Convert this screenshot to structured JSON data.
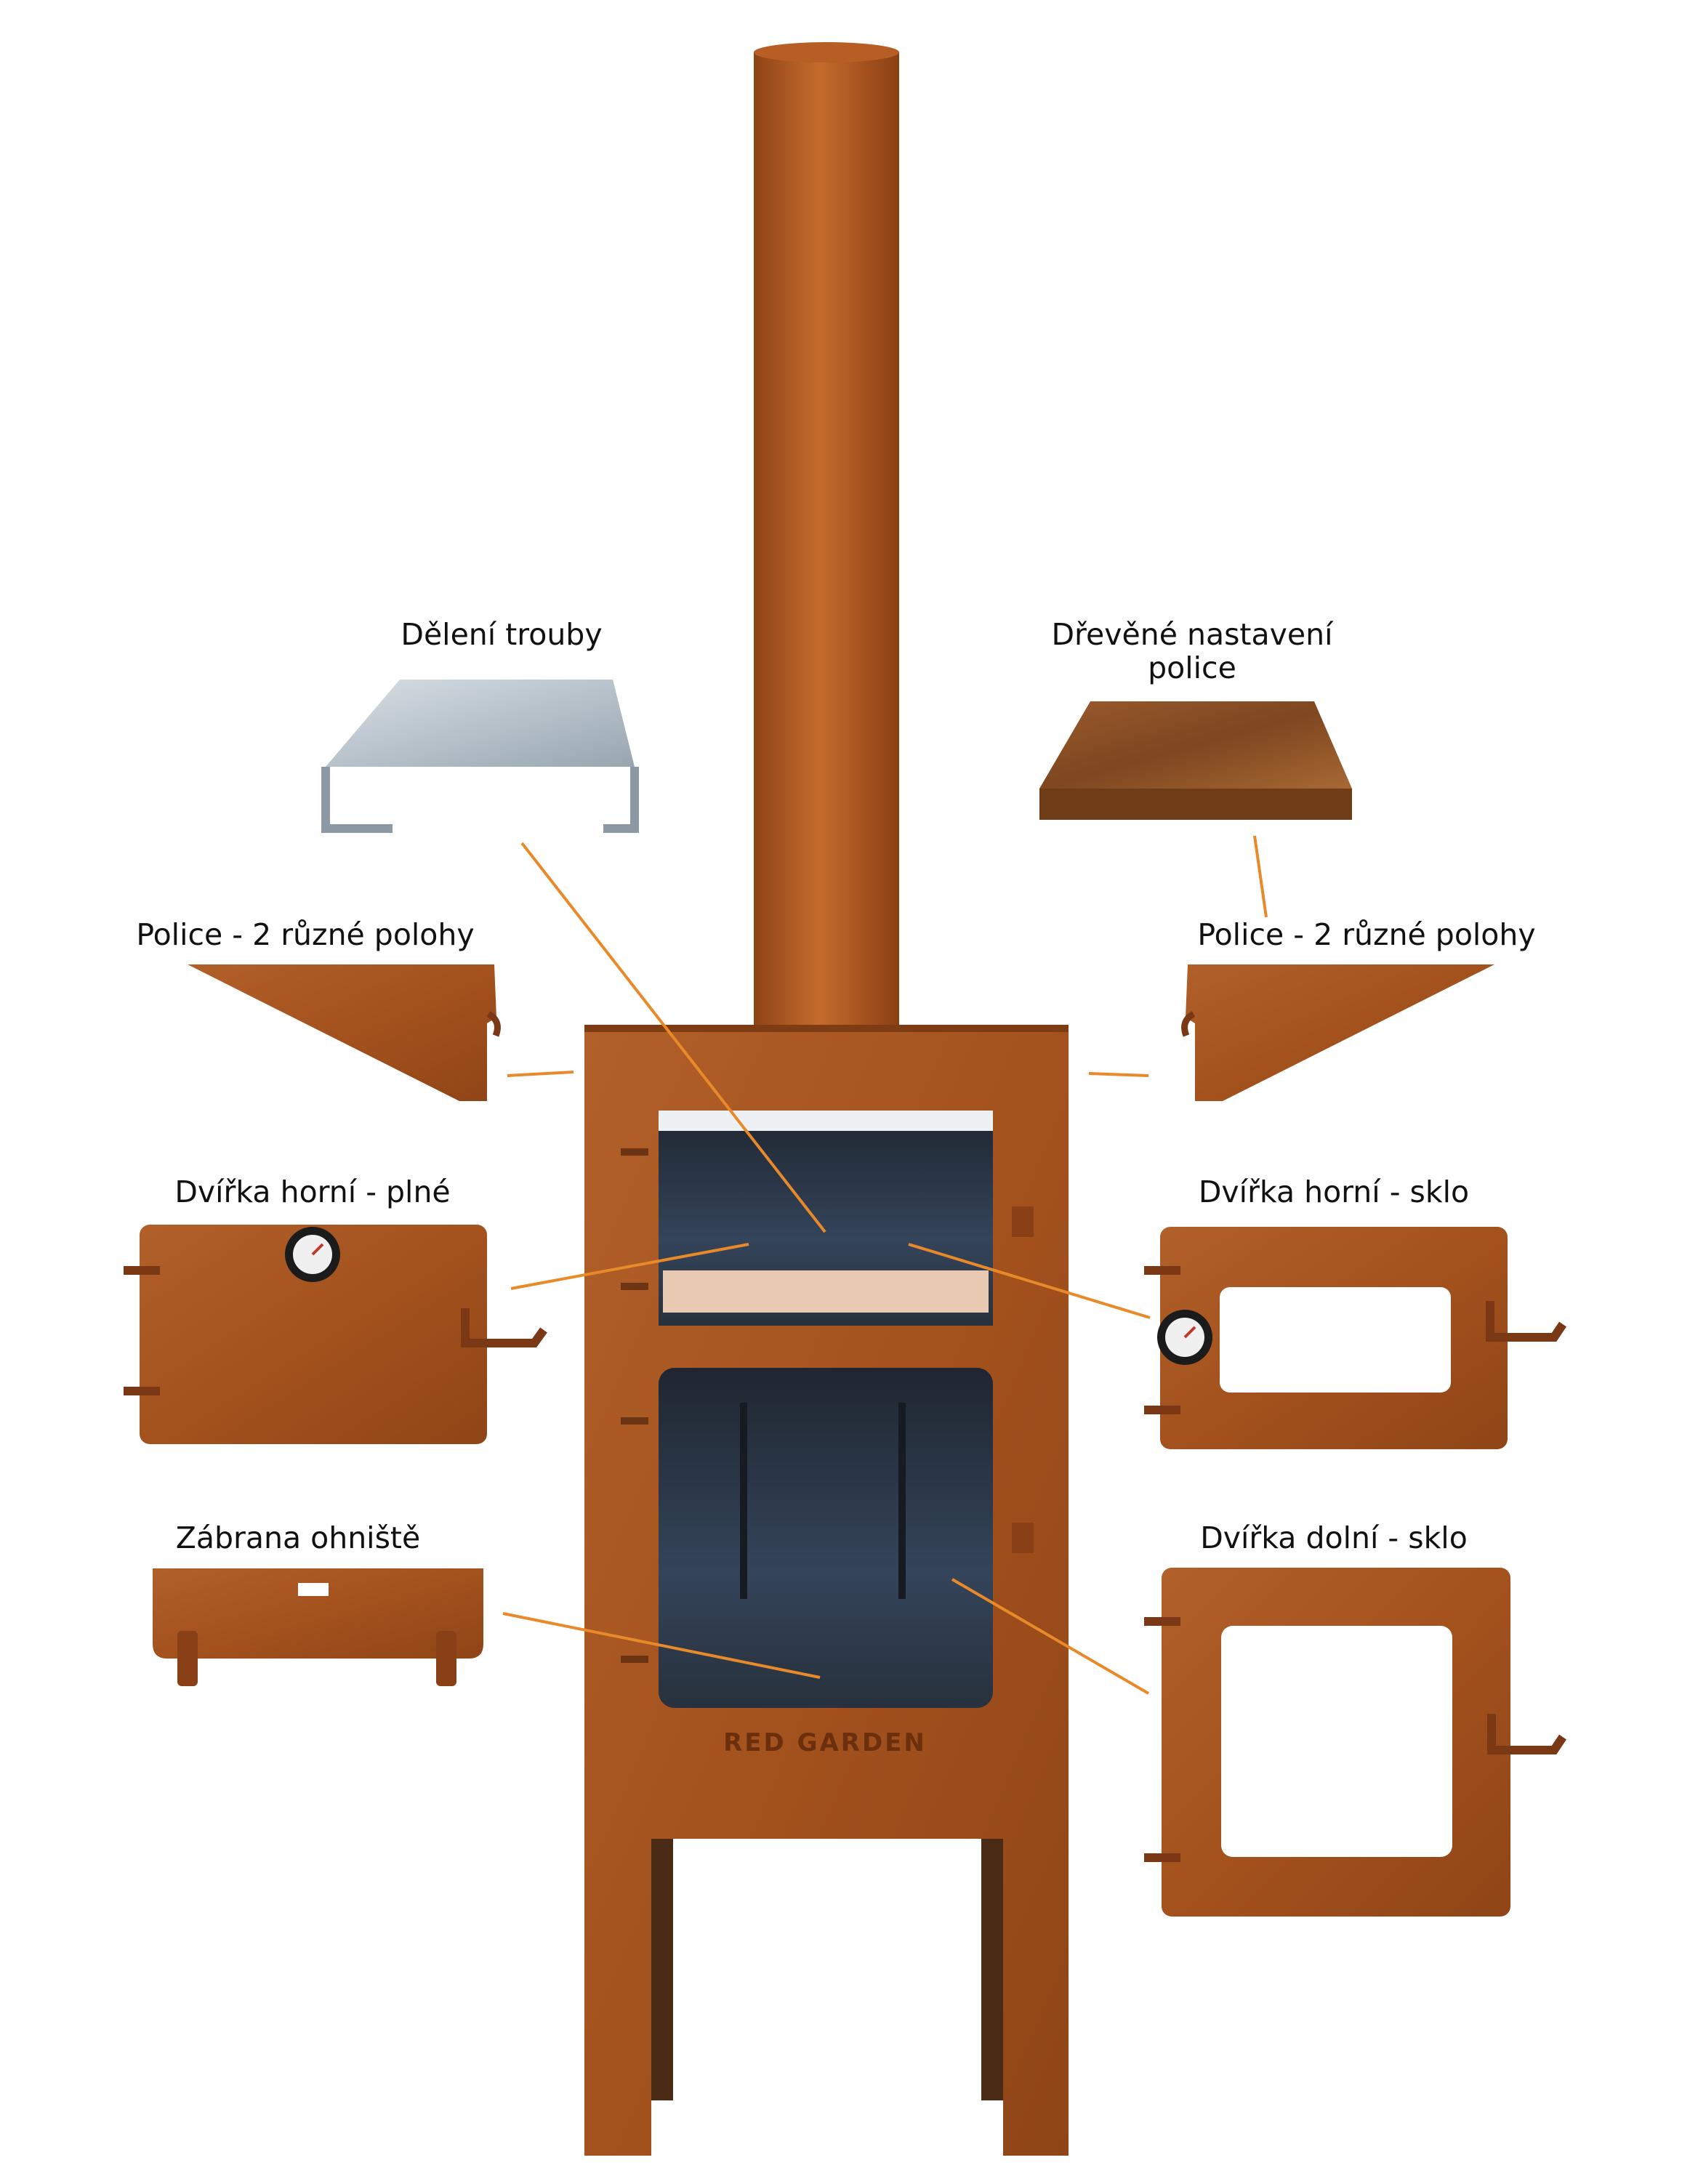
{
  "labels": {
    "oven_divider": "Dělení trouby",
    "wood_shelf_line1": "Dřevěné nastavení",
    "wood_shelf_line2": "police",
    "shelf_left": "Police - 2 různé polohy",
    "shelf_right": "Police - 2 různé polohy",
    "upper_door_solid": "Dvířka horní - plné",
    "upper_door_glass": "Dvířka horní - sklo",
    "fire_guard": "Zábrana ohniště",
    "lower_door_glass": "Dvířka dolní - sklo"
  },
  "brand": "RED GARDEN",
  "colors": {
    "rust": "#a5531e",
    "rust_dark": "#7a3914",
    "rust_light": "#c06a2c",
    "leader_line": "#e8892a",
    "interior": "#2f3c4d",
    "stone": "#e7c6ad",
    "steel": "#b8c3cc",
    "wood": "#8d5128"
  }
}
